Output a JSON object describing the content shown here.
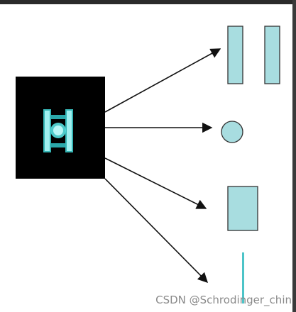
{
  "watermark": {
    "text": "CSDN @Schrodinger_chin"
  },
  "colors": {
    "frame": "#2b2b2b",
    "background": "#ffffff",
    "source_box": "#000000",
    "cyan_fill": "#a8dde0",
    "cyan_bright": "#3fd6d6",
    "shape_stroke": "#333333",
    "arrow": "#111111",
    "line_shape": "#4dc4c8"
  },
  "source": {
    "icon": "component-chip-icon"
  },
  "outputs": [
    {
      "name": "two-vertical-bars"
    },
    {
      "name": "circle"
    },
    {
      "name": "rectangle"
    },
    {
      "name": "vertical-line"
    }
  ]
}
